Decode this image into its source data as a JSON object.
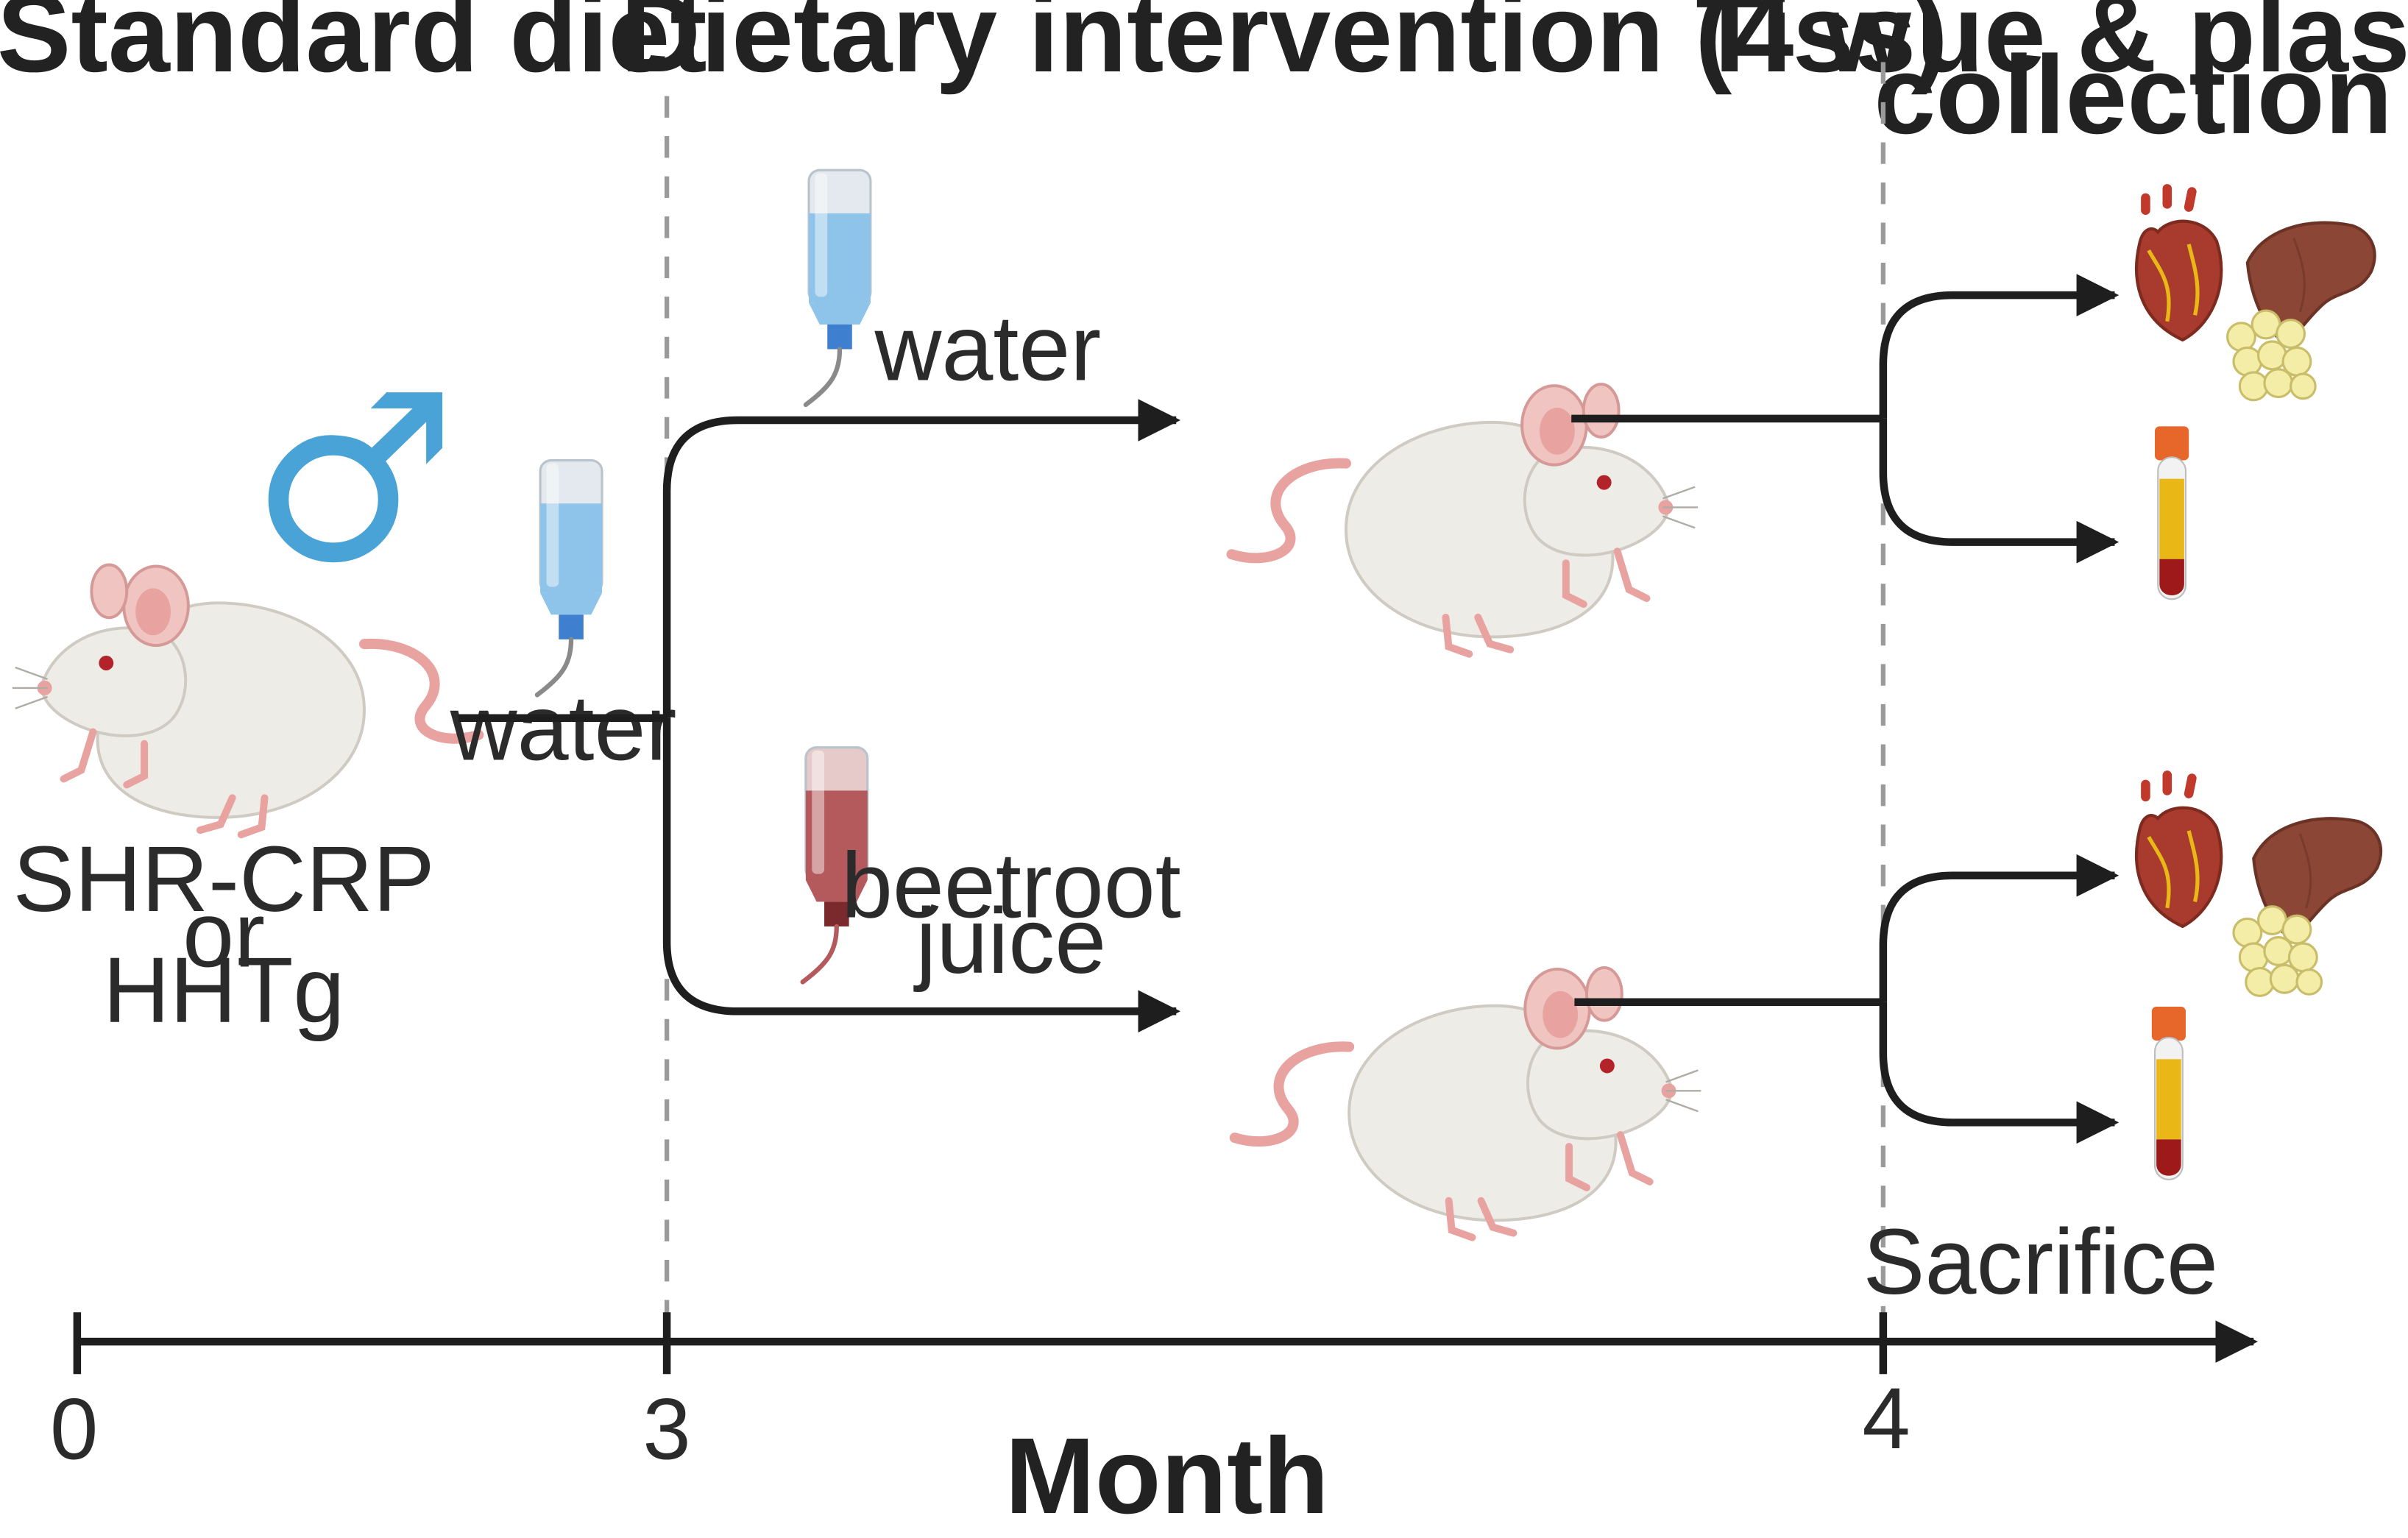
{
  "headers": {
    "standard_diet": "Standard diet",
    "dietary_intervention": "Dietary intervention (4 w)",
    "tissue_collection_line1": "Tissue & plasma",
    "tissue_collection_line2": "collection"
  },
  "baseline": {
    "strain_line1": "SHR-CRP",
    "strain_line2": "or",
    "strain_line3": "HHTg",
    "drink": "water",
    "sex_symbol": "♂"
  },
  "groups": {
    "control": {
      "drink": "water"
    },
    "treatment": {
      "drink_line1": "beetroot",
      "drink_line2": "juice"
    }
  },
  "timeline": {
    "ticks": [
      "0",
      "3",
      "4"
    ],
    "event": "Sacrifice",
    "axis_title": "Month"
  },
  "icons": {
    "mouse": "mouse-icon",
    "water_bottle": "water-bottle-icon",
    "juice_bottle": "juice-bottle-icon",
    "heart": "heart-icon",
    "liver": "liver-icon",
    "adipose": "adipose-tissue-icon",
    "blood_tube": "blood-tube-icon"
  },
  "colors": {
    "male_symbol": "#4aa3d6",
    "water": "#8ec3ea",
    "water_cap": "#3f7fd0",
    "juice": "#b45a5c",
    "juice_cap": "#7a2a2c",
    "mouse_body": "#eeece7",
    "mouse_tail": "#e8a3a1",
    "heart": "#a83a2e",
    "liver": "#8c4636",
    "fat": "#f4eda8",
    "plasma": "#e9b716",
    "tube_cap": "#e7662a",
    "blood": "#9e1a1a"
  }
}
